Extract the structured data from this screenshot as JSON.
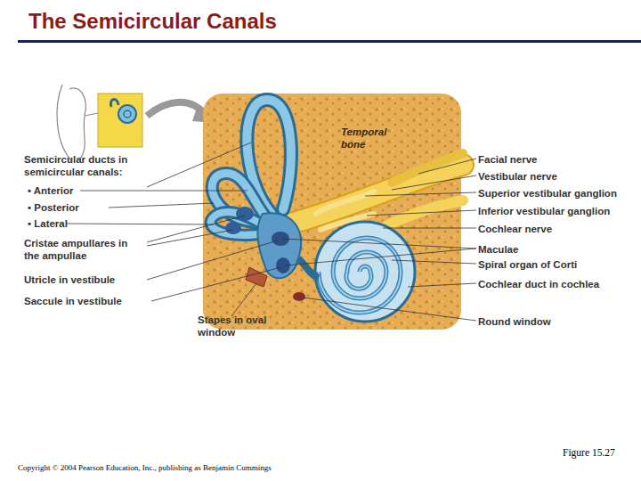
{
  "diagram": {
    "title": "The Semicircular Canals",
    "caption": "Figure 15.27",
    "labels": [
      "Semicircular ducts in semicircular canals:",
      "• Anterior",
      "• Posterior",
      "• Lateral",
      "Cristae ampullares in the ampullae",
      "Utricle in vestibule",
      "Saccule in vestibule",
      "Stapes in oval window",
      "Temporal bone",
      "Facial nerve",
      "Vestibular nerve",
      "Superior vestibular ganglion",
      "Inferior vestibular ganglion",
      "Cochlear nerve",
      "Maculae",
      "Spiral organ of Corti",
      "Cochlear duct in cochlea",
      "Round window",
      "Copyright © 2004 Pearson Education, Inc., publishing as Benjamin Cummings"
    ]
  }
}
